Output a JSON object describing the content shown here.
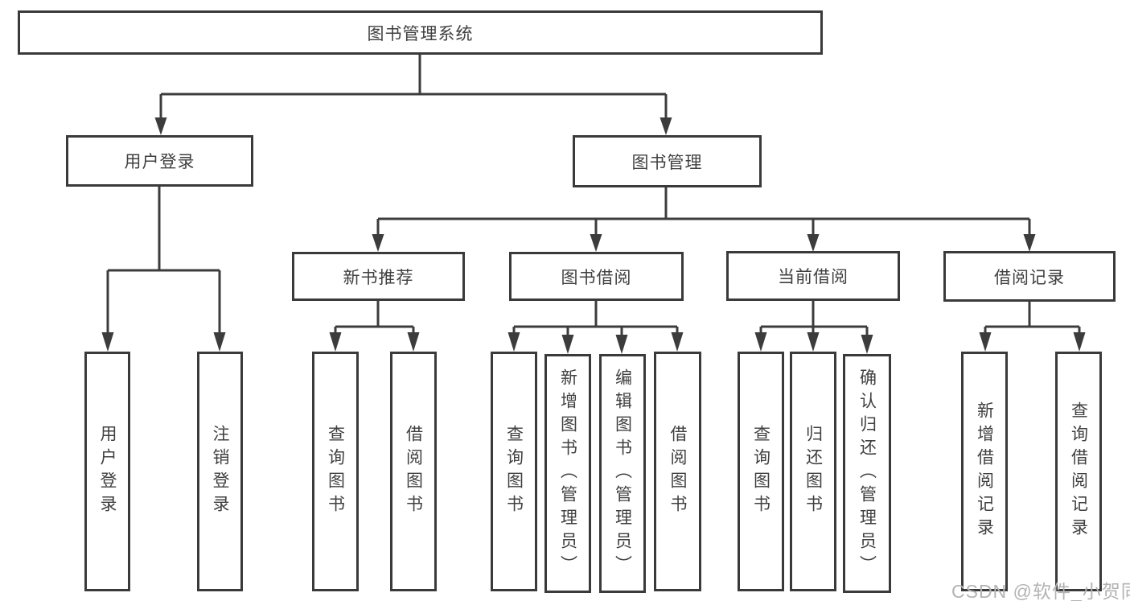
{
  "tree": {
    "root": {
      "label": "图书管理系统"
    },
    "branches": [
      {
        "label": "用户登录",
        "children": [
          {
            "label": "用户登录"
          },
          {
            "label": "注销登录"
          }
        ]
      },
      {
        "label": "图书管理",
        "children": [
          {
            "label": "新书推荐",
            "children": [
              {
                "label": "查询图书"
              },
              {
                "label": "借阅图书"
              }
            ]
          },
          {
            "label": "图书借阅",
            "children": [
              {
                "label": "查询图书"
              },
              {
                "label": "新增图书（管理员）"
              },
              {
                "label": "编辑图书（管理员）"
              },
              {
                "label": "借阅图书"
              }
            ]
          },
          {
            "label": "当前借阅",
            "children": [
              {
                "label": "查询图书"
              },
              {
                "label": "归还图书"
              },
              {
                "label": "确认归还（管理员）"
              }
            ]
          },
          {
            "label": "借阅记录",
            "children": [
              {
                "label": "新增借阅记录"
              },
              {
                "label": "查询借阅记录"
              }
            ]
          }
        ]
      }
    ]
  },
  "watermark": {
    "text": "CSDN @软件_小贺同学"
  },
  "colors": {
    "line": "#3c3c3c",
    "box_border": "#3a3a3a",
    "text": "#404040",
    "watermark_text": "#b3b3b3",
    "background": "#ffffff"
  }
}
